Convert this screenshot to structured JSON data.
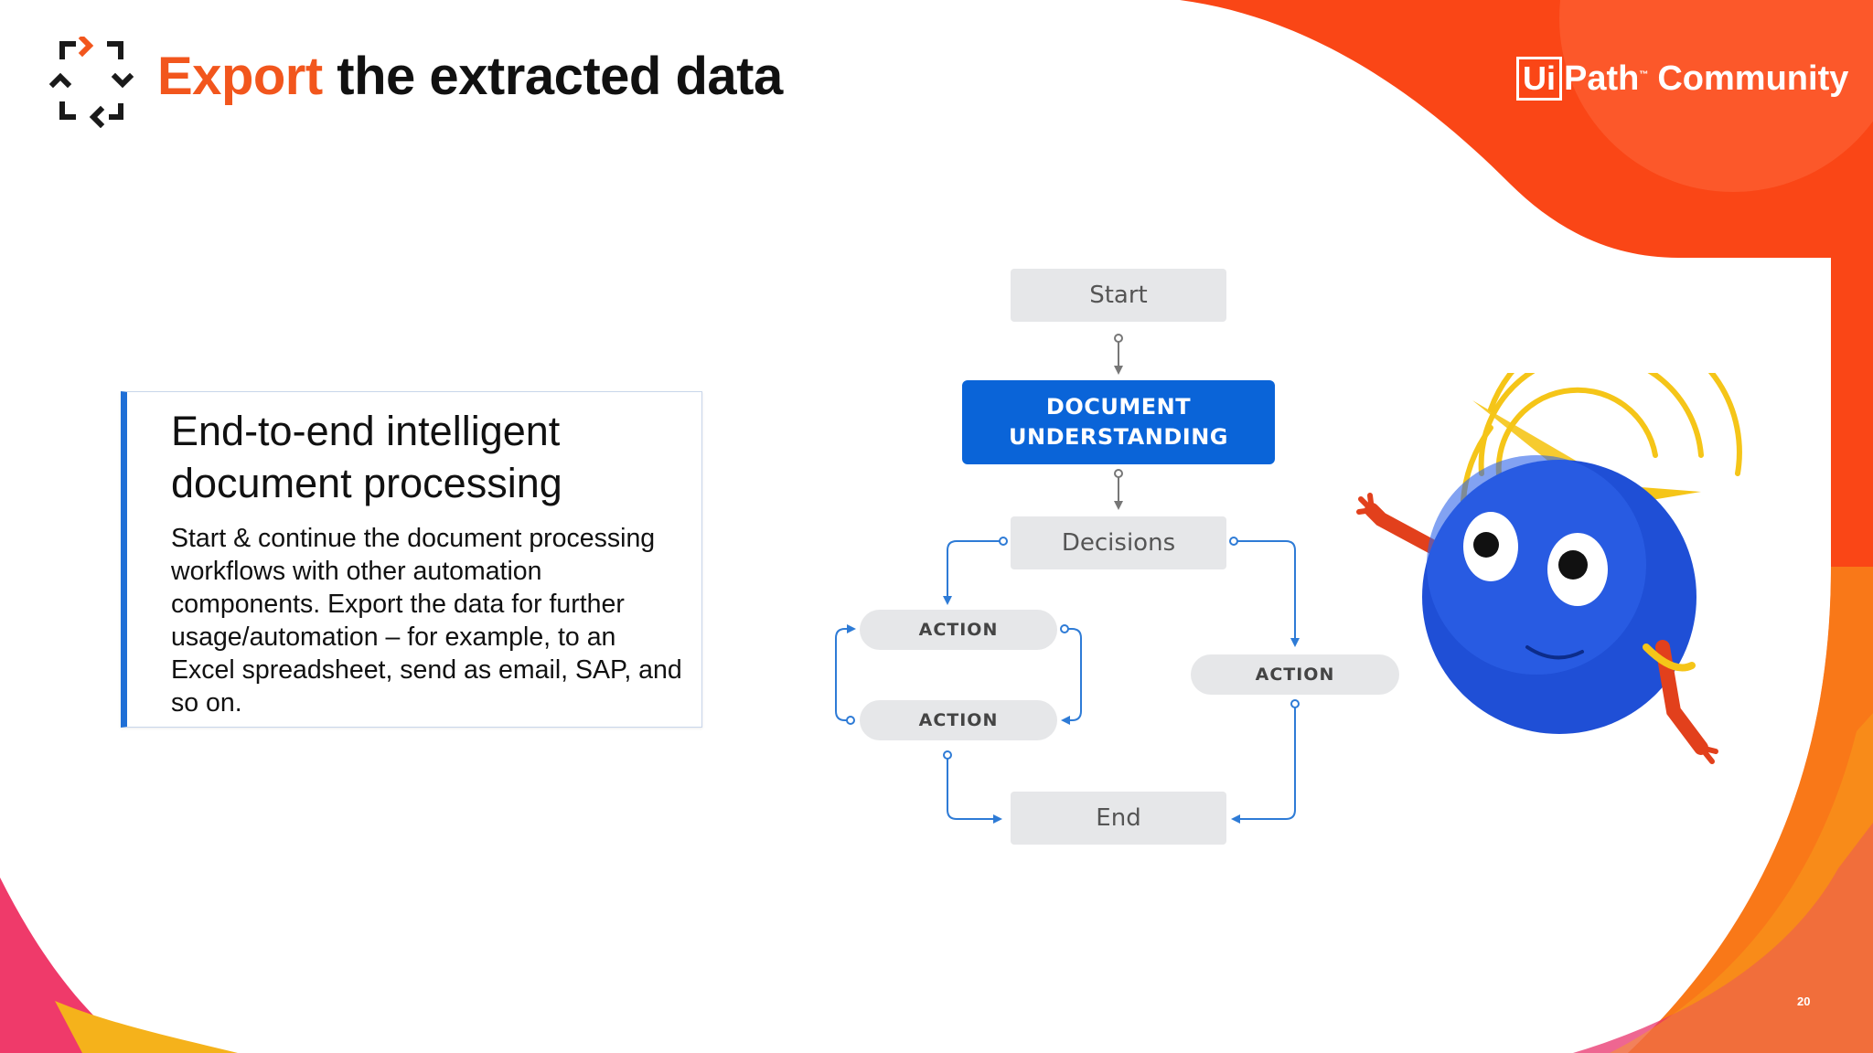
{
  "slide": {
    "title_accent": "Export",
    "title_rest": " the extracted data",
    "page_number": "20"
  },
  "brand": {
    "ui": "Ui",
    "path": "Path",
    "tm": "™",
    "community": "Community"
  },
  "card": {
    "title": "End-to-end intelligent document processing",
    "body": "Start & continue the document processing workflows with other automation components. Export the data for further usage/automation – for example, to an Excel spreadsheet, send as email, SAP, and so on."
  },
  "flow": {
    "start": "Start",
    "document_understanding": "DOCUMENT UNDERSTANDING",
    "decisions": "Decisions",
    "action_top": "ACTION",
    "action_bottom": "ACTION",
    "action_right": "ACTION",
    "end": "End"
  },
  "colors": {
    "accent": "#f2561d",
    "brand_orange": "#fa4616",
    "flow_blue": "#0a64d8",
    "connector_blue": "#2e7bd6",
    "card_border": "#1f6fd6",
    "box_grey": "#e6e7e9"
  },
  "icons": {
    "title_icon": "expand-arrows-icon",
    "mascot": "robot-ball-mascot"
  }
}
